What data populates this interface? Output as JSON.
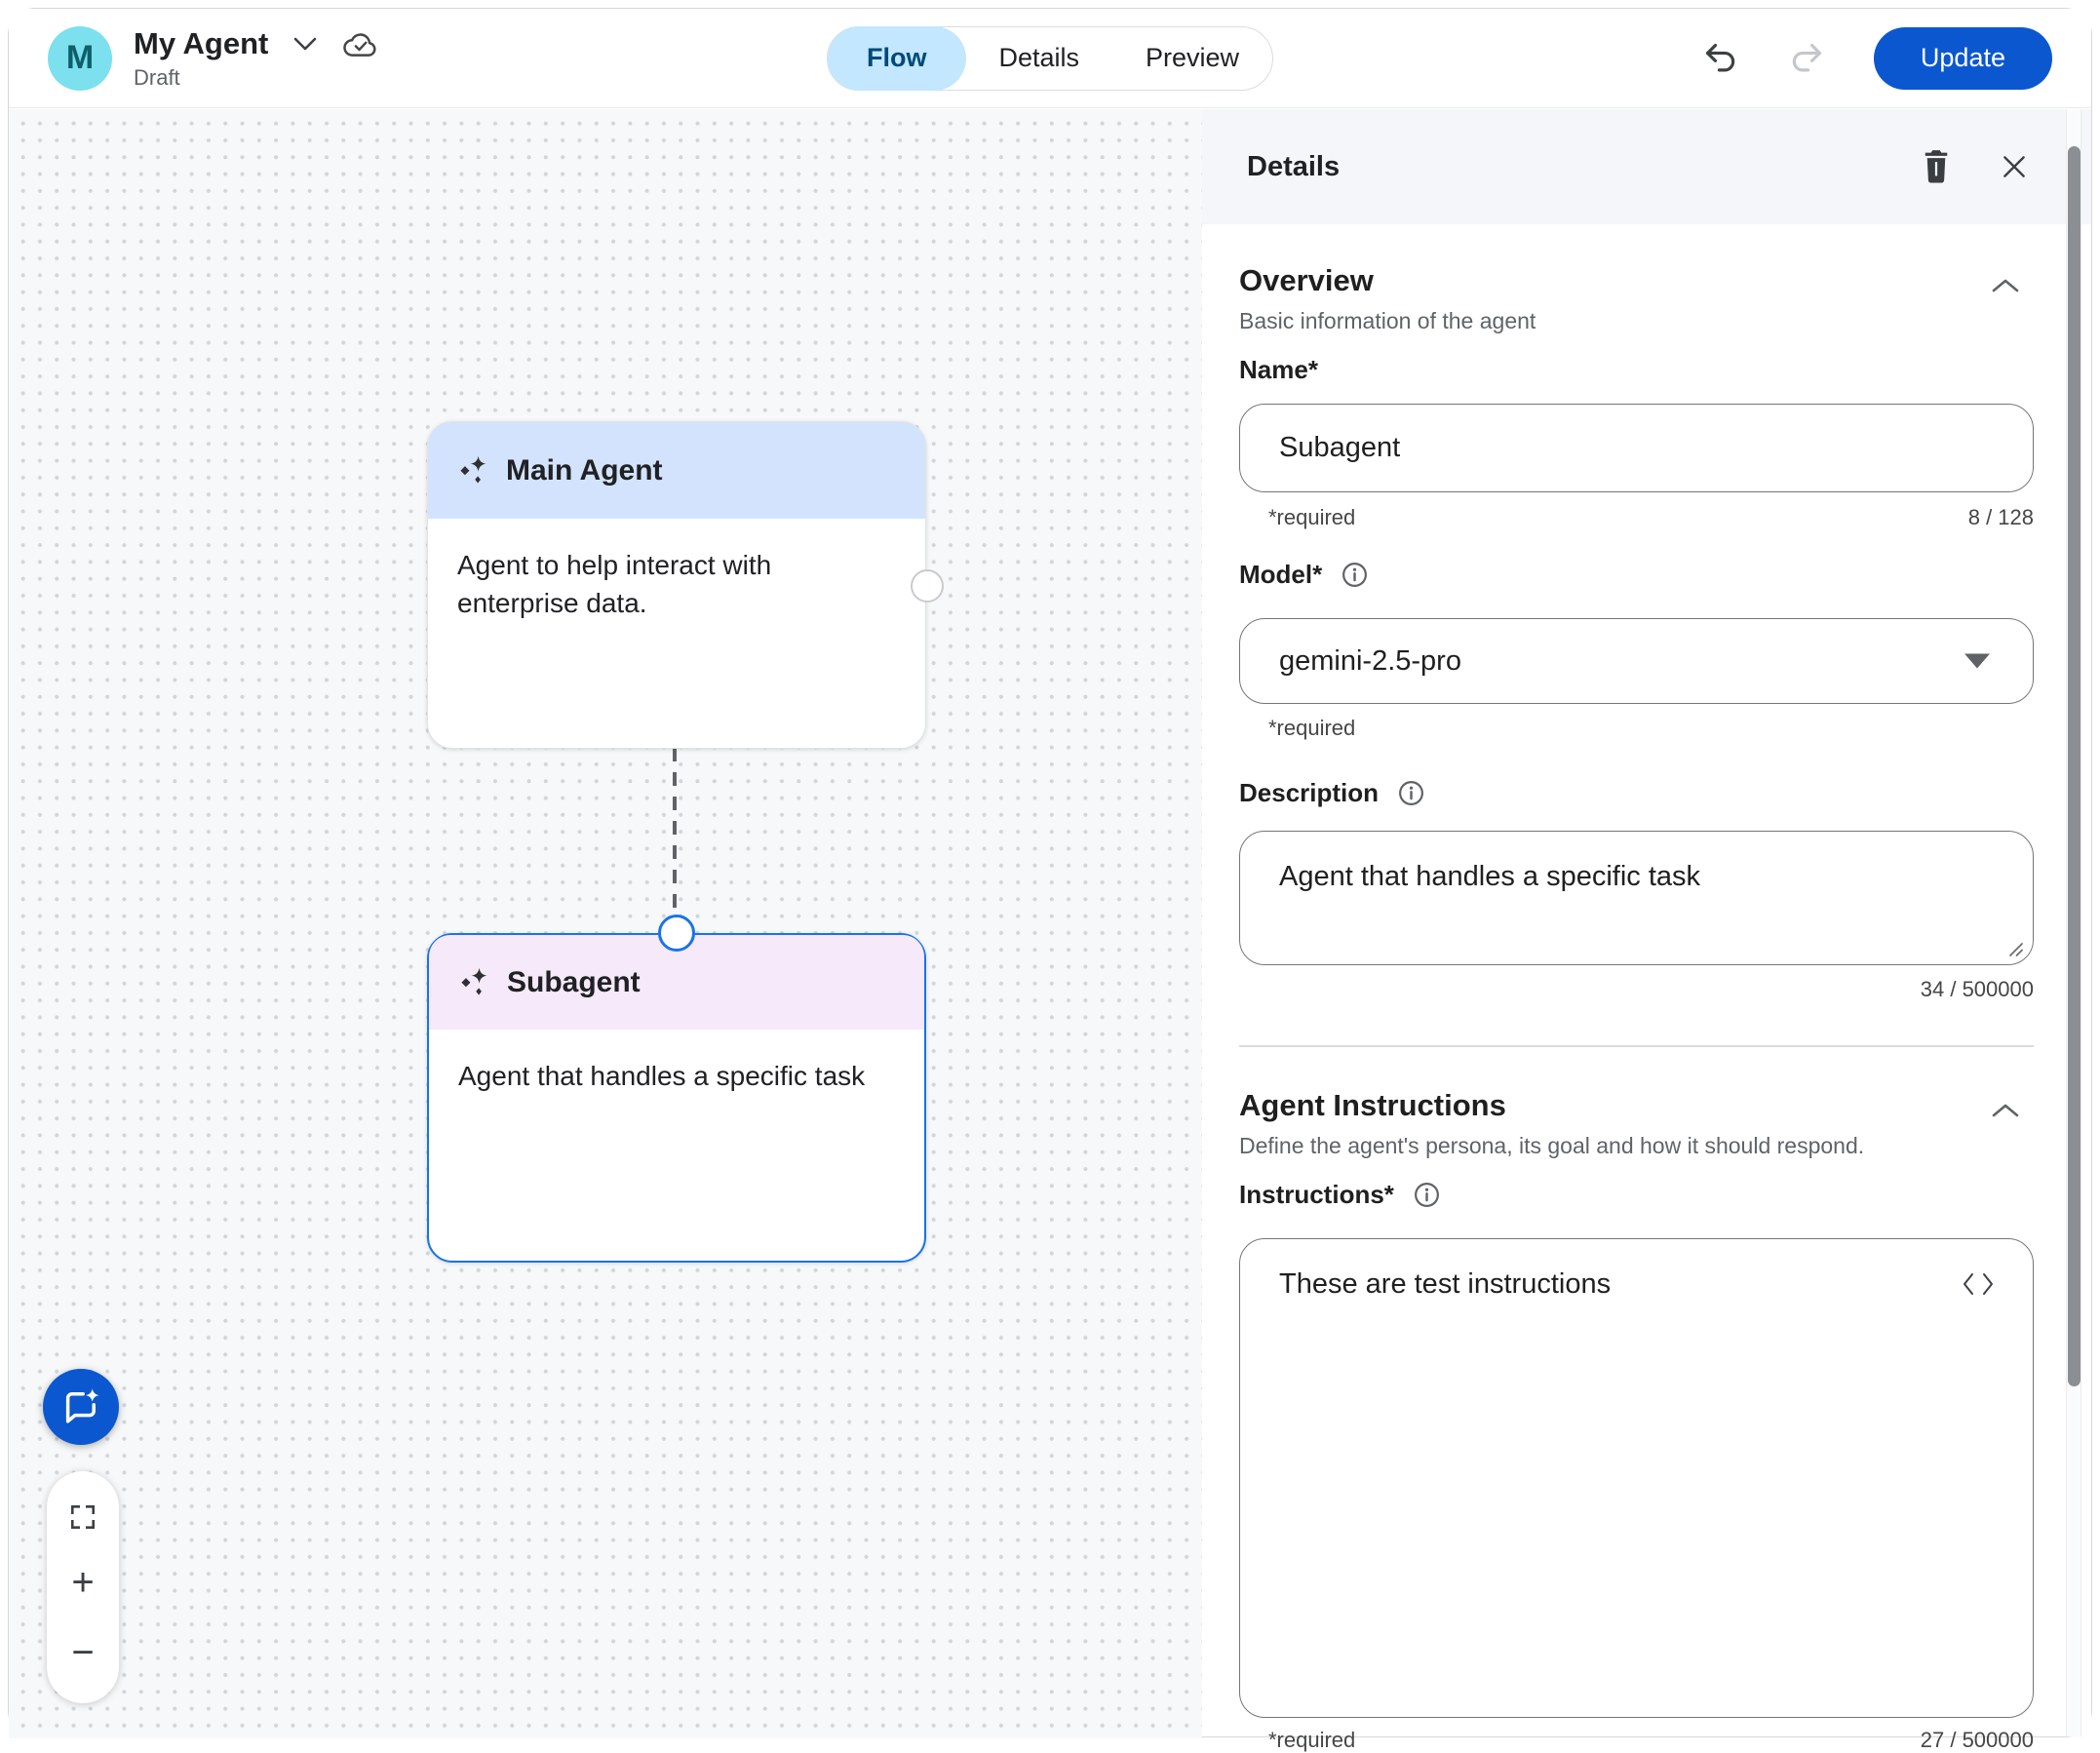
{
  "header": {
    "avatar_letter": "M",
    "agent_title": "My Agent",
    "status_label": "Draft",
    "tabs": [
      {
        "label": "Flow",
        "active": true
      },
      {
        "label": "Details",
        "active": false
      },
      {
        "label": "Preview",
        "active": false
      }
    ],
    "update_button_label": "Update"
  },
  "canvas": {
    "main_node": {
      "title": "Main Agent",
      "description": "Agent to help interact with enterprise data."
    },
    "sub_node": {
      "title": "Subagent",
      "description": "Agent that handles a specific task"
    },
    "zoom_controls": {
      "zoom_in": "+",
      "zoom_out": "−"
    }
  },
  "panel": {
    "title": "Details",
    "overview": {
      "heading": "Overview",
      "subheading": "Basic information of the agent",
      "name_label": "Name*",
      "name_value": "Subagent",
      "name_required": "*required",
      "name_counter": "8 / 128",
      "model_label": "Model*",
      "model_value": "gemini-2.5-pro",
      "model_required": "*required",
      "description_label": "Description",
      "description_value": "Agent that handles a specific task",
      "description_counter": "34 / 500000"
    },
    "agent_instructions": {
      "heading": "Agent Instructions",
      "subheading": "Define the agent's persona, its goal and how it should respond.",
      "instructions_label": "Instructions*",
      "instructions_value": "These are test instructions",
      "instructions_required": "*required",
      "instructions_counter": "27 / 500000"
    }
  },
  "colors": {
    "accent_blue": "#0b57d0",
    "selected_node_border": "#1a73e8",
    "active_tab_bg": "#c2e7ff",
    "active_tab_text": "#004a77",
    "main_node_header_bg": "#d3e3fd",
    "sub_node_header_bg": "#f5e9fa",
    "avatar_bg": "#7ce0ee",
    "avatar_text": "#0d5f6b",
    "canvas_bg": "#f7f8f9"
  }
}
